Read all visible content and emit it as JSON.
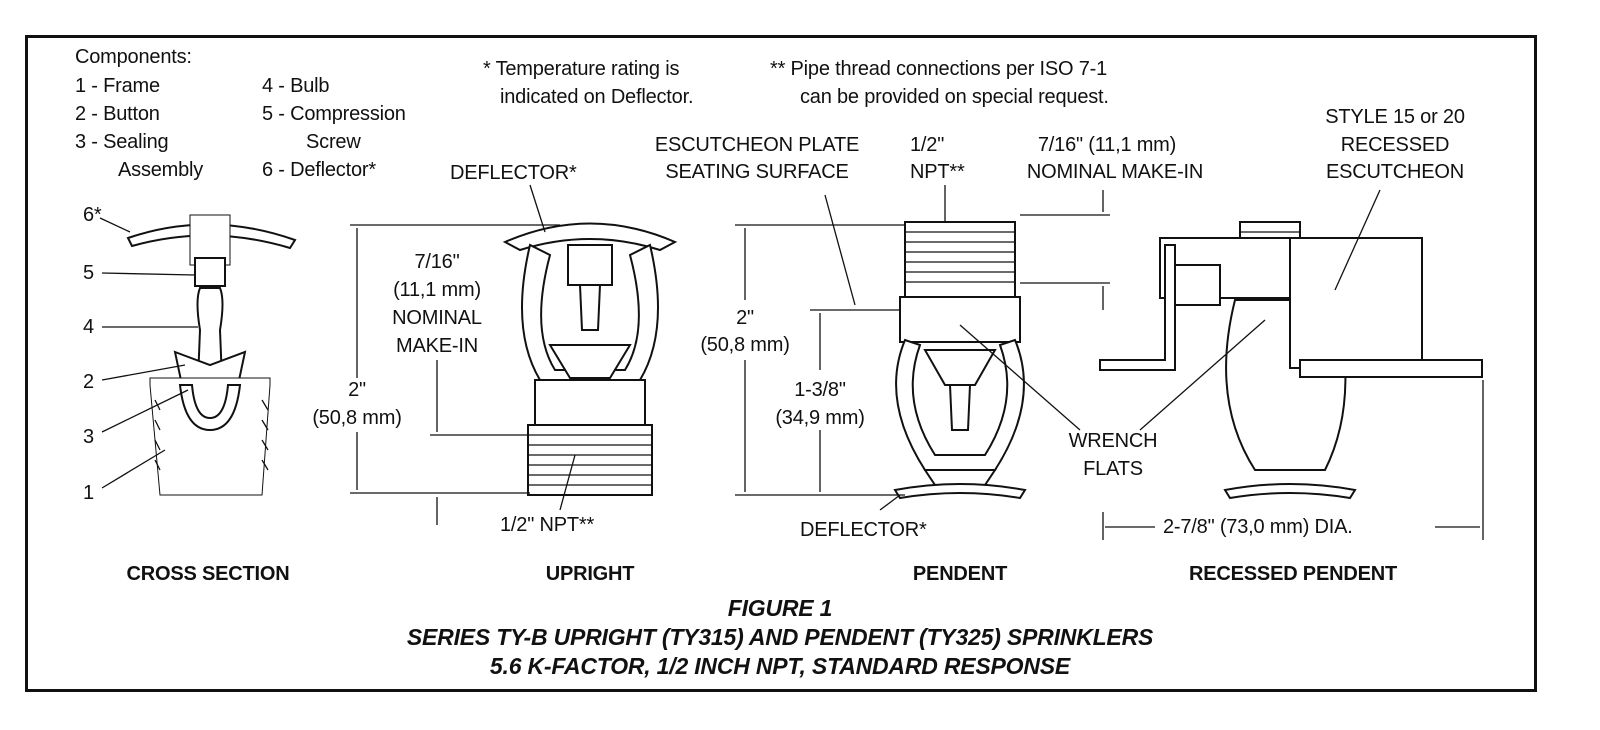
{
  "components": {
    "title": "Components:",
    "items": [
      "1 - Frame",
      "2 - Button",
      "3 - Sealing",
      "Assembly",
      "4 - Bulb",
      "5 - Compression",
      "Screw",
      "6 - Deflector*"
    ]
  },
  "notes": {
    "temperature_1": "* Temperature rating is",
    "temperature_2": "indicated on Deflector.",
    "pipe_1": "** Pipe thread connections per ISO 7-1",
    "pipe_2": "can be provided on special request."
  },
  "labels": {
    "cross_section_callouts": [
      "6*",
      "5",
      "4",
      "2",
      "3",
      "1"
    ],
    "upright_deflector": "DEFLECTOR*",
    "upright_makein": [
      "7/16\"",
      "(11,1 mm)",
      "NOMINAL",
      "MAKE-IN"
    ],
    "upright_height": [
      "2\"",
      "(50,8 mm)"
    ],
    "upright_npt": "1/2\" NPT**",
    "escutcheon_plate": [
      "ESCUTCHEON PLATE",
      "SEATING SURFACE"
    ],
    "pendent_npt": [
      "1/2\"",
      "NPT**"
    ],
    "pendent_makein": [
      "7/16\" (11,1 mm)",
      "NOMINAL MAKE-IN"
    ],
    "recessed_escutcheon": [
      "STYLE 15 or 20",
      "RECESSED",
      "ESCUTCHEON"
    ],
    "pendent_height": [
      "2\"",
      "(50,8 mm)"
    ],
    "pendent_sub_height": [
      "1-3/8\"",
      "(34,9 mm)"
    ],
    "pendent_deflector": "DEFLECTOR*",
    "wrench_flats": [
      "WRENCH",
      "FLATS"
    ],
    "diameter": "2-7/8\" (73,0 mm) DIA."
  },
  "captions": [
    "CROSS SECTION",
    "UPRIGHT",
    "PENDENT",
    "RECESSED PENDENT"
  ],
  "figure": {
    "title": "FIGURE 1",
    "line1": "SERIES TY-B UPRIGHT (TY315) AND PENDENT (TY325) SPRINKLERS",
    "line2": "5.6 K-FACTOR, 1/2 INCH NPT, STANDARD RESPONSE"
  }
}
